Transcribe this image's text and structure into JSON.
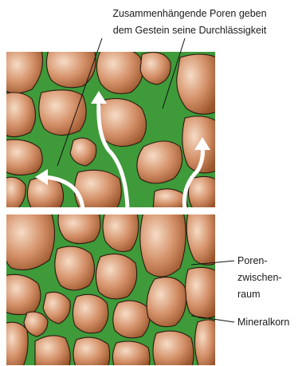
{
  "colors": {
    "pore_space": "#3f9a3a",
    "grain_light": "#f6dcc6",
    "grain_mid": "#d49068",
    "grain_dark": "#9a552c",
    "flow_arrow": "#ffffff"
  },
  "top_panel": {
    "caption_line1": "Zusammenhängende Poren geben",
    "caption_line2": "dem Gestein seine Durchlässigkeit"
  },
  "bottom_panel": {
    "label_pore_line1": "Poren-",
    "label_pore_line2": "zwischen-",
    "label_pore_line3": "raum",
    "label_grain": "Mineralkorn"
  }
}
